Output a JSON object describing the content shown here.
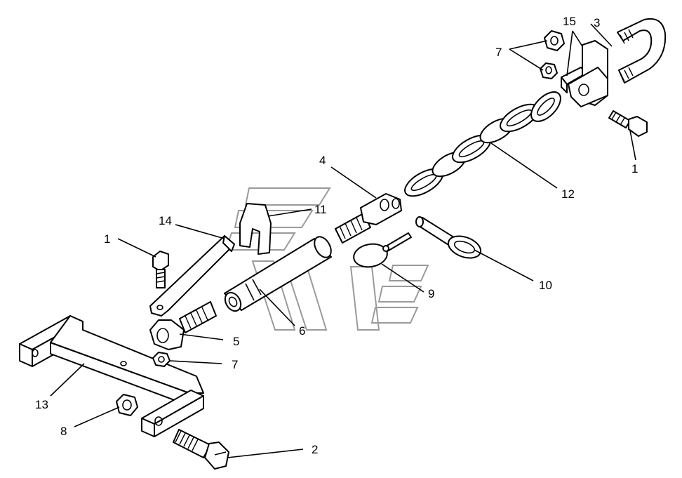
{
  "callouts": {
    "c1_left": "1",
    "c1_right": "1",
    "c2": "2",
    "c3": "3",
    "c4": "4",
    "c5": "5",
    "c6": "6",
    "c7_top": "7",
    "c7_bottom": "7",
    "c8": "8",
    "c9": "9",
    "c10": "10",
    "c11": "11",
    "c12": "12",
    "c13": "13",
    "c14": "14",
    "c15": "15"
  }
}
